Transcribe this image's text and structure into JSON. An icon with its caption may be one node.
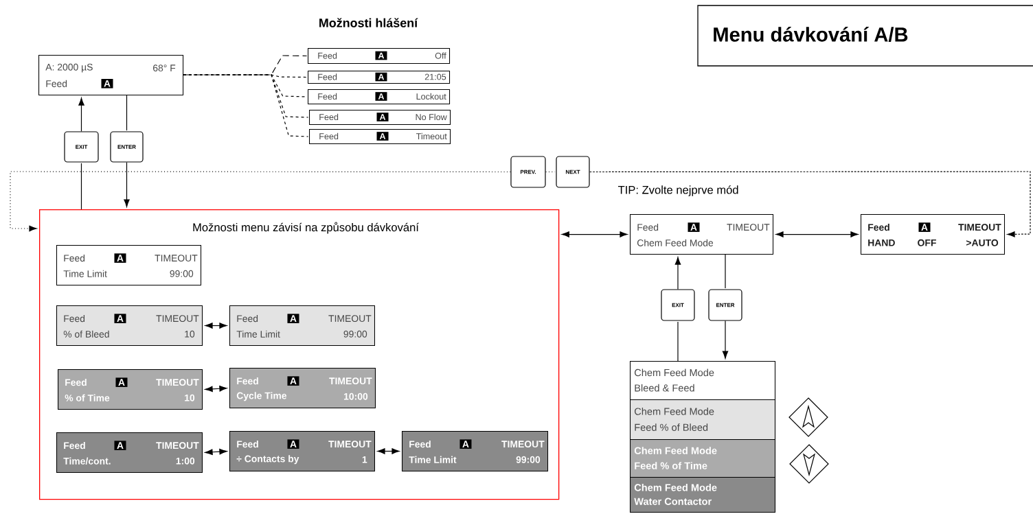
{
  "diagram": {
    "title": "Menu dávkování A/B",
    "nodes": [
      {
        "text": [
          "A: 2000 µS",
          "68° F",
          "Feed",
          "A"
        ]
      },
      {
        "text": [
          "Feed",
          "A",
          "Off"
        ]
      },
      {
        "text": [
          "Feed",
          "A",
          "21:05"
        ]
      },
      {
        "text": [
          "Feed",
          "A",
          "Lockout"
        ]
      },
      {
        "text": [
          "Feed",
          "A",
          "No Flow"
        ]
      },
      {
        "text": [
          "Feed",
          "A",
          "Timeout"
        ]
      },
      {
        "text": [
          "EXIT"
        ]
      },
      {
        "text": [
          "ENTER"
        ]
      },
      {
        "text": [
          "PREV."
        ]
      },
      {
        "text": [
          "NEXT"
        ]
      },
      {
        "text": [
          "Možnosti menu závisí na způsobu dávkování"
        ]
      },
      {
        "text": [
          "Feed",
          "A",
          "TIMEOUT",
          "Time Limit",
          "99:00"
        ],
        "in": 10
      },
      {
        "text": [
          "Feed",
          "A",
          "TIMEOUT",
          "% of Bleed",
          "10"
        ],
        "in": 10
      },
      {
        "text": [
          "Feed",
          "A",
          "TIMEOUT",
          "Time Limit",
          "99:00"
        ],
        "in": 10
      },
      {
        "text": [
          "Feed",
          "A",
          "TIMEOUT",
          "% of Time",
          "10"
        ],
        "in": 10
      },
      {
        "text": [
          "Feed",
          "A",
          "TIMEOUT",
          "Cycle Time",
          "10:00"
        ],
        "in": 10
      },
      {
        "text": [
          "Feed",
          "A",
          "TIMEOUT",
          "Time/cont.",
          "1:00"
        ],
        "in": 10
      },
      {
        "text": [
          "Feed",
          "A",
          "TIMEOUT",
          "÷ Contacts by",
          "1"
        ],
        "in": 10
      },
      {
        "text": [
          "Feed",
          "A",
          "TIMEOUT",
          "Time Limit",
          "99:00"
        ],
        "in": 10
      },
      {
        "text": [
          "Feed",
          "A",
          "TIMEOUT",
          "Chem Feed Mode"
        ],
        "beside": [
          "TIP: Zvolte nejprve mód"
        ]
      },
      {
        "text": [
          "Feed",
          "A",
          "TIMEOUT",
          "HAND",
          "OFF",
          ">AUTO"
        ]
      },
      {
        "text": [
          "EXIT"
        ]
      },
      {
        "text": [
          "ENTER"
        ]
      },
      {
        "text": [
          "Chem Feed Mode",
          "Bleed & Feed"
        ]
      },
      {
        "text": [
          "Chem Feed Mode",
          "Feed % of Bleed"
        ]
      },
      {
        "text": [
          "Chem Feed Mode",
          "Feed % of Time"
        ]
      },
      {
        "text": [
          "Chem Feed Mode",
          "Water Contactor"
        ]
      }
    ],
    "edges": [
      {
        "from": 0,
        "to": 1,
        "arrow": "none",
        "style": "dashed"
      },
      {
        "from": 0,
        "to": 2,
        "arrow": "none",
        "style": "dashed"
      },
      {
        "from": 0,
        "to": 3,
        "arrow": "none",
        "style": "dashed"
      },
      {
        "from": 0,
        "to": 4,
        "arrow": "none",
        "style": "dashed"
      },
      {
        "from": 0,
        "to": 5,
        "arrow": "none",
        "style": "dashed"
      },
      {
        "from": 10,
        "to": 6,
        "arrow": "none"
      },
      {
        "from": 6,
        "to": 0,
        "arrow": "to"
      },
      {
        "from": 0,
        "to": 7,
        "arrow": "none"
      },
      {
        "from": 7,
        "to": 10,
        "arrow": "to"
      },
      {
        "from": 8,
        "to": 10,
        "arrow": "to",
        "style": "dashed"
      },
      {
        "from": 8,
        "to": 9,
        "arrow": "none",
        "style": "dashed"
      },
      {
        "from": 9,
        "to": 20,
        "arrow": "to",
        "style": "dashed"
      },
      {
        "from": 10,
        "to": 19,
        "arrow": "both"
      },
      {
        "from": 19,
        "to": 20,
        "arrow": "both"
      },
      {
        "from": 23,
        "to": 21,
        "arrow": "none"
      },
      {
        "from": 21,
        "to": 19,
        "arrow": "to"
      },
      {
        "from": 19,
        "to": 22,
        "arrow": "none"
      },
      {
        "from": 22,
        "to": 23,
        "arrow": "to"
      },
      {
        "from": 12,
        "to": 13,
        "arrow": "both"
      },
      {
        "from": 14,
        "to": 15,
        "arrow": "both"
      },
      {
        "from": 16,
        "to": 17,
        "arrow": "both"
      },
      {
        "from": 17,
        "to": 18,
        "arrow": "both"
      }
    ],
    "labels": [
      "Možnosti hlášení"
    ]
  }
}
